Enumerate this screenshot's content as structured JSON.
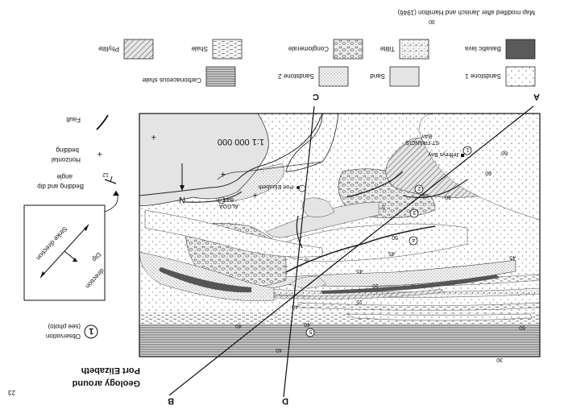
{
  "page": {
    "number": "23",
    "orientation": "rotated 180 degrees"
  },
  "map": {
    "title_line1": "Geology around",
    "title_line2": "Port Elizabeth",
    "credit": "Map modified after Janisch and Hamilton (1946)",
    "scale": "1:1 000 000",
    "north": "N",
    "places": {
      "port_elizabeth": "Port Elizabeth",
      "algoa_1": "ALGOA",
      "algoa_2": "BAY",
      "st_francis_1": "ST FRANCIS",
      "st_francis_2": "BAY",
      "jeffreys_bay": "Jeffreys Bay"
    },
    "section_labels": [
      "A",
      "B",
      "C",
      "D"
    ],
    "observation_numbers": [
      "1",
      "2",
      "3",
      "4",
      "5"
    ],
    "dip_values": [
      "60",
      "60",
      "30",
      "15",
      "5",
      "45",
      "50",
      "5",
      "45",
      "10",
      "15",
      "60",
      "40",
      "40",
      "40",
      "30",
      "30",
      "40",
      "45"
    ]
  },
  "legend": {
    "units": [
      {
        "label": "Sandstone 1",
        "pattern": "sparse-dots"
      },
      {
        "label": "Sand",
        "pattern": "light-gray"
      },
      {
        "label": "Sandstone 2",
        "pattern": "fine-dots"
      },
      {
        "label": "Carbonaceous shale",
        "pattern": "horizontal-lines"
      },
      {
        "label": "Basaltic lava",
        "pattern": "dark-gray"
      },
      {
        "label": "Tillite",
        "pattern": "speckle"
      },
      {
        "label": "Conglomerate",
        "pattern": "pebbles"
      },
      {
        "label": "Shale",
        "pattern": "dashes"
      },
      {
        "label": "Phyllite",
        "pattern": "diagonal-hatch"
      }
    ],
    "symbols": {
      "fault": "Fault",
      "bedding_dip_1": "Bedding and dip",
      "bedding_dip_2": "angle",
      "bedding_dip_value": "12",
      "horizontal_1": "Horizontal",
      "horizontal_2": "bedding",
      "observation_1": "Observation",
      "observation_2": "(see photo)",
      "observation_number": "1"
    },
    "inset": {
      "strike_label": "Strike direction",
      "dip_label_1": "Dip",
      "dip_label_2": "direction"
    }
  }
}
